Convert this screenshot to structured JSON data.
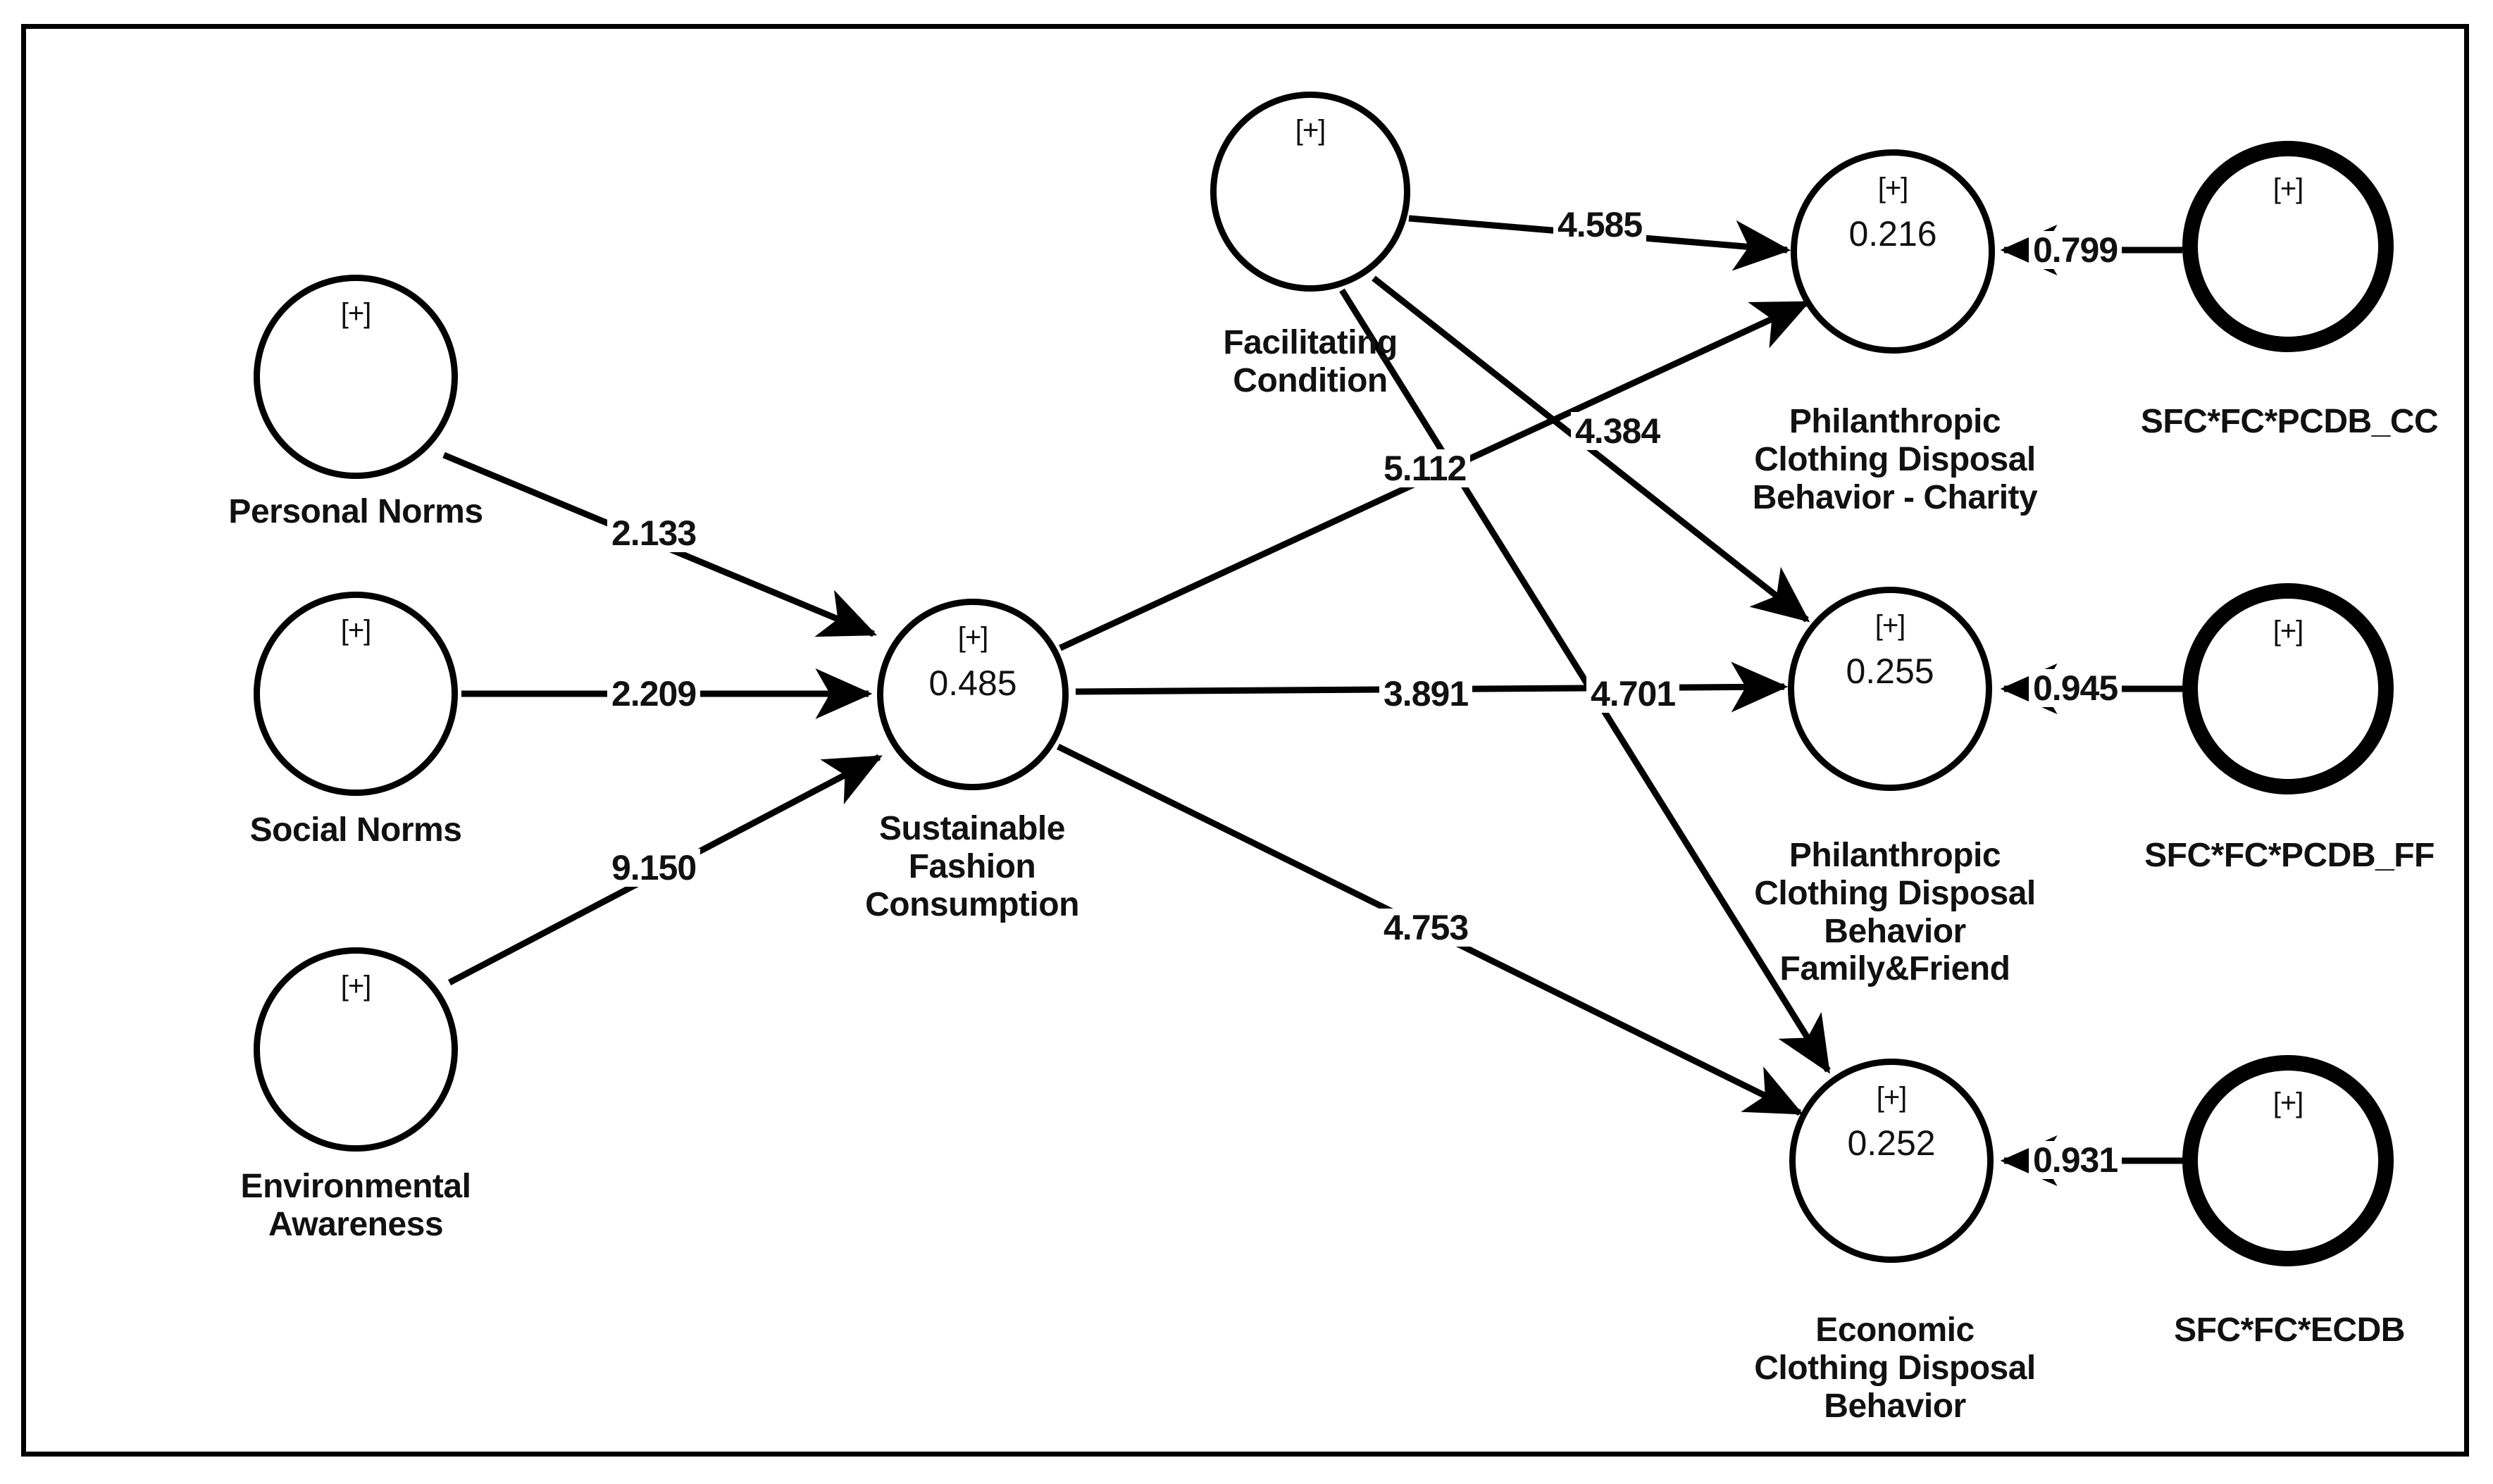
{
  "diagram": {
    "type": "structural-equation-model-path-diagram",
    "plus_marker": "[+]",
    "nodes": [
      {
        "id": "personal_norms",
        "label": "Personal Norms",
        "marker": "[+]",
        "value": "",
        "kind": "latent-exogenous"
      },
      {
        "id": "social_norms",
        "label": "Social Norms",
        "marker": "[+]",
        "value": "",
        "kind": "latent-exogenous"
      },
      {
        "id": "env_awareness",
        "label": "Environmental\nAwareness",
        "marker": "[+]",
        "value": "",
        "kind": "latent-exogenous"
      },
      {
        "id": "sfc",
        "label": "Sustainable\nFashion\nConsumption",
        "marker": "[+]",
        "value": "0.485",
        "kind": "latent-mediator"
      },
      {
        "id": "facilitating",
        "label": "Facilitating\nCondition",
        "marker": "[+]",
        "value": "",
        "kind": "latent-exogenous"
      },
      {
        "id": "pcdb_cc",
        "label": "Philanthropic\nClothing Disposal\nBehavior - Charity",
        "marker": "[+]",
        "value": "0.216",
        "kind": "latent-endogenous"
      },
      {
        "id": "pcdb_ff",
        "label": "Philanthropic\nClothing Disposal\nBehavior\nFamily&Friend",
        "marker": "[+]",
        "value": "0.255",
        "kind": "latent-endogenous"
      },
      {
        "id": "ecdb",
        "label": "Economic\nClothing Disposal\nBehavior",
        "marker": "[+]",
        "value": "0.252",
        "kind": "latent-endogenous"
      },
      {
        "id": "mod_pcdb_cc",
        "label": "SFC*FC*PCDB_CC",
        "marker": "[+]",
        "value": "",
        "kind": "interaction-moderator"
      },
      {
        "id": "mod_pcdb_ff",
        "label": "SFC*FC*PCDB_FF",
        "marker": "[+]",
        "value": "",
        "kind": "interaction-moderator"
      },
      {
        "id": "mod_ecdb",
        "label": "SFC*FC*ECDB",
        "marker": "[+]",
        "value": "",
        "kind": "interaction-moderator"
      }
    ],
    "paths": [
      {
        "id": "pn_sfc",
        "from": "personal_norms",
        "to": "sfc",
        "coefficient": "2.133"
      },
      {
        "id": "sn_sfc",
        "from": "social_norms",
        "to": "sfc",
        "coefficient": "2.209"
      },
      {
        "id": "ea_sfc",
        "from": "env_awareness",
        "to": "sfc",
        "coefficient": "9.150"
      },
      {
        "id": "sfc_cc",
        "from": "sfc",
        "to": "pcdb_cc",
        "coefficient": "5.112"
      },
      {
        "id": "sfc_ff",
        "from": "sfc",
        "to": "pcdb_ff",
        "coefficient": "3.891"
      },
      {
        "id": "sfc_ecdb",
        "from": "sfc",
        "to": "ecdb",
        "coefficient": "4.753"
      },
      {
        "id": "fc_cc",
        "from": "facilitating",
        "to": "pcdb_cc",
        "coefficient": "4.585"
      },
      {
        "id": "fc_ff",
        "from": "facilitating",
        "to": "pcdb_ff",
        "coefficient": "4.384"
      },
      {
        "id": "fc_ecdb",
        "from": "facilitating",
        "to": "ecdb",
        "coefficient": "4.701"
      },
      {
        "id": "mcc_cc",
        "from": "mod_pcdb_cc",
        "to": "pcdb_cc",
        "coefficient": "0.799"
      },
      {
        "id": "mff_ff",
        "from": "mod_pcdb_ff",
        "to": "pcdb_ff",
        "coefficient": "0.945"
      },
      {
        "id": "mec_ecdb",
        "from": "mod_ecdb",
        "to": "ecdb",
        "coefficient": "0.931"
      }
    ]
  }
}
